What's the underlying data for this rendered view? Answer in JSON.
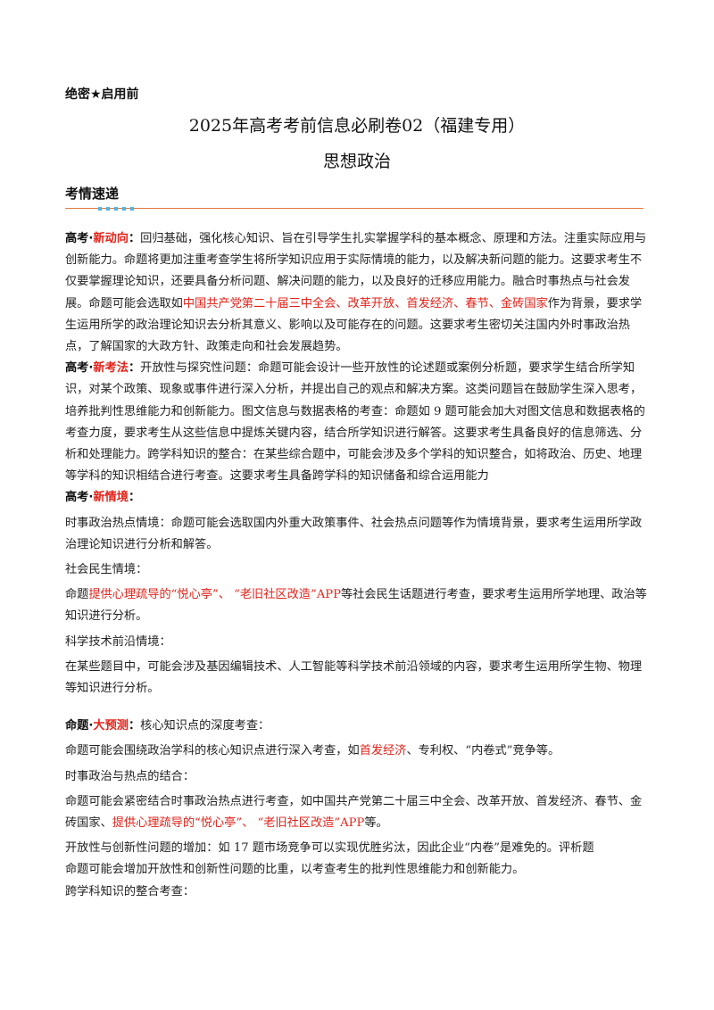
{
  "header": {
    "secret": "绝密★启用前",
    "title": "2025年高考考前信息必刷卷02（福建专用）",
    "subtitle": "思想政治"
  },
  "section": {
    "heading": "考情速递"
  },
  "colors": {
    "accent_red": "#e2231a",
    "rule_orange": "#e07a3a",
    "dots_blue": "#4fb3e6"
  },
  "p1": {
    "label_a": "高考",
    "label_dot": "·",
    "label_b": "新动向",
    "colon": "：",
    "t1": "回归基础，强化核心知识、旨在引导学生扎实掌握学科的基本概念、原理和方法。注重实际应用与创新能力。命题将更加注重考查学生将所学知识应用于实际情境的能力，以及解决新问题的能力。这要求考生不仅要掌握理论知识，还要具备分析问题、解决问题的能力，以及良好的迁移应用能力。融合时事热点与社会发展。命题可能会选取如",
    "red1": "中国共产党第二十届三中全会、改革开放、首发经济、春节、金砖国家",
    "t2": "作为背景，要求学生运用所学的政治理论知识去分析其意义、影响以及可能存在的问题。这要求考生密切关注国内外时事政治热点，了解国家的大政方针、政策走向和社会发展趋势。"
  },
  "p2": {
    "label_a": "高考",
    "label_dot": "·",
    "label_b": "新考法",
    "colon": "：",
    "t1": "开放性与探究性问题：命题可能会设计一些开放性的论述题或案例分析题，要求学生结合所学知识，对某个政策、现象或事件进行深入分析，并提出自己的观点和解决方案。这类问题旨在鼓励学生深入思考，培养批判性思维能力和创新能力。图文信息与数据表格的考查：命题如 9 题可能会加大对图文信息和数据表格的考查力度，要求考生从这些信息中提炼关键内容，结合所学知识进行解答。这要求考生具备良好的信息筛选、分析和处理能力。跨学科知识的整合：在某些综合题中，可能会涉及多个学科的知识整合，如将政治、历史、地理等学科的知识相结合进行考查。这要求考生具备跨学科的知识储备和综合运用能力"
  },
  "p3": {
    "label_a": "高考",
    "label_dot": "·",
    "label_b": "新情境",
    "colon": "：",
    "l1": "时事政治热点情境：命题可能会选取国内外重大政策事件、社会热点问题等作为情境背景，要求考生运用所学政治理论知识进行分析和解答。",
    "l2": "社会民生情境：",
    "l3_a": "命题",
    "l3_red": "提供心理疏导的“悦心亭”、 “老旧社区改造”APP",
    "l3_b": "等社会民生话题进行考查，要求考生运用所学地理、政治等知识进行分析。",
    "l4": "科学技术前沿情境：",
    "l5": "在某些题目中，可能会涉及基因编辑技术、人工智能等科学技术前沿领域的内容，要求考生运用所学生物、物理等知识进行分析。"
  },
  "p4": {
    "label_a": "命题",
    "label_dot": "·",
    "label_b": "大预测",
    "colon": "：",
    "t1": "核心知识点的深度考查：",
    "l1_a": "命题可能会围绕政治学科的核心知识点进行深入考查，如",
    "l1_red": "首发经济",
    "l1_b": "、专利权、“内卷式”竞争等。",
    "l2": "时事政治与热点的结合：",
    "l3_a": "命题可能会紧密结合时事政治热点进行考查，如中国共产党第二十届三中全会、改革开放、首发经济、春节、金砖国家、",
    "l3_red": "提供心理疏导的“悦心亭”、 “老旧社区改造”APP",
    "l3_b": "等。",
    "l4": "开放性与创新性问题的增加：如 17 题市场竞争可以实现优胜劣汰，因此企业“内卷”是难免的。评析题",
    "l5": "命题可能会增加开放性和创新性问题的比重，以考查考生的批判性思维能力和创新能力。",
    "l6": "跨学科知识的整合考查："
  }
}
